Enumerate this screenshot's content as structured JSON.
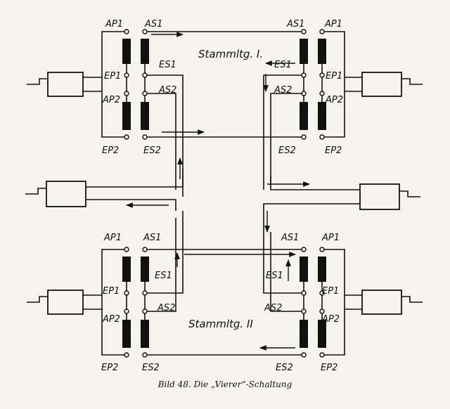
{
  "figure": {
    "caption": "Bild 48. Die „Vierer“-Schaltung",
    "top": {
      "trunk_label": "Stammltg. I.",
      "left": {
        "AP1": "AP1",
        "EP1": "EP1",
        "AP2": "AP2",
        "EP2": "EP2",
        "AS1": "AS1",
        "ES1": "ES1",
        "AS2": "AS2",
        "ES2": "ES2"
      },
      "right": {
        "AS1": "AS1",
        "ES1": "ES1",
        "AS2": "AS2",
        "ES2": "ES2",
        "AP1": "AP1",
        "EP1": "EP1",
        "AP2": "AP2",
        "EP2": "EP2"
      }
    },
    "bottom": {
      "trunk_label": "Stammltg. II",
      "left": {
        "AP1": "AP1",
        "EP1": "EP1",
        "AP2": "AP2",
        "EP2": "EP2",
        "AS1": "AS1",
        "ES1": "ES1",
        "AS2": "AS2",
        "ES2": "ES2"
      },
      "right": {
        "AS1": "AS1",
        "ES1": "ES1",
        "AS2": "AS2",
        "ES2": "ES2",
        "AP1": "AP1",
        "EP1": "EP1",
        "AP2": "AP2",
        "EP2": "EP2"
      }
    }
  }
}
